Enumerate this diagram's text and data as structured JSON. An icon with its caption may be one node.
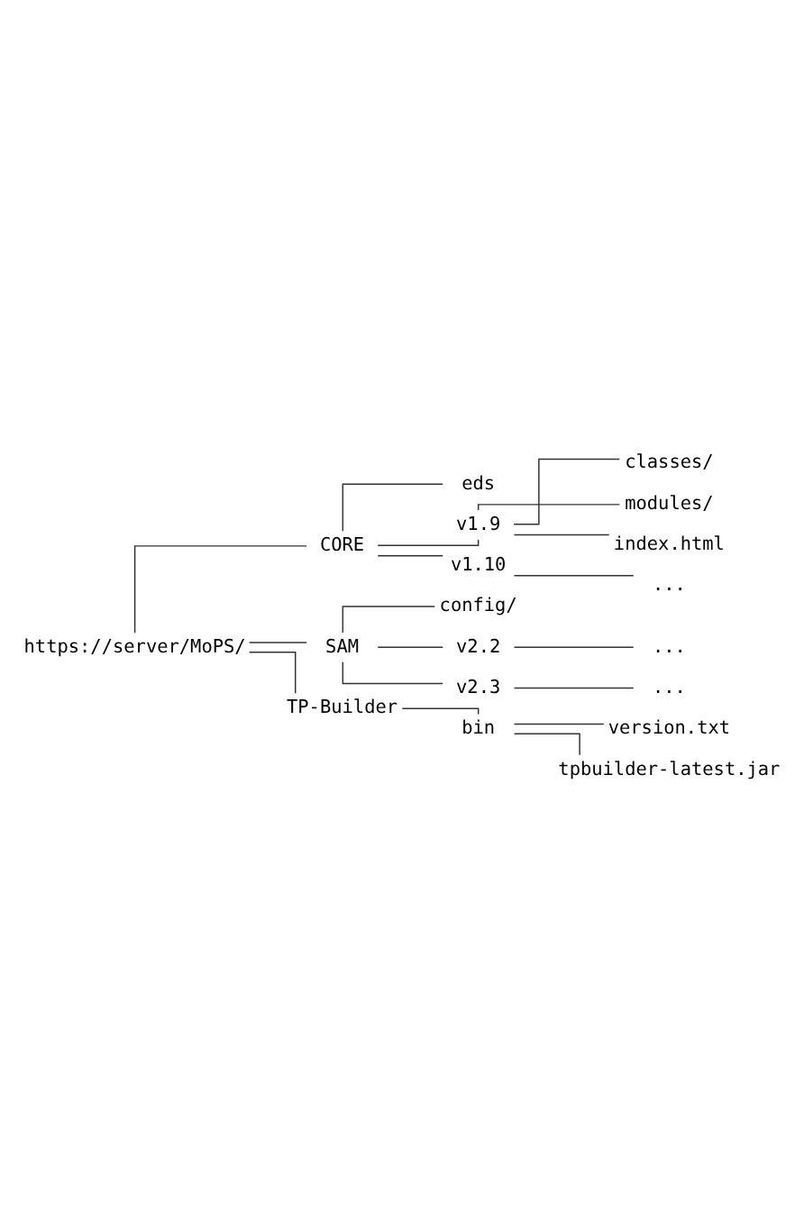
{
  "diagram": {
    "nodes": [
      {
        "text": [
          "https://server/MoPS/"
        ]
      },
      {
        "text": [
          "CORE"
        ]
      },
      {
        "text": [
          "eds"
        ]
      },
      {
        "text": [
          "v1.9"
        ]
      },
      {
        "text": [
          "classes/"
        ]
      },
      {
        "text": [
          "modules/"
        ]
      },
      {
        "text": [
          "index.html"
        ]
      },
      {
        "text": [
          "v1.10"
        ]
      },
      {
        "text": [
          "..."
        ]
      },
      {
        "text": [
          "SAM"
        ]
      },
      {
        "text": [
          "config/"
        ]
      },
      {
        "text": [
          "v2.2"
        ]
      },
      {
        "text": [
          "..."
        ]
      },
      {
        "text": [
          "v2.3"
        ]
      },
      {
        "text": [
          "..."
        ]
      },
      {
        "text": [
          "TP-Builder"
        ]
      },
      {
        "text": [
          "bin"
        ]
      },
      {
        "text": [
          "version.txt"
        ]
      },
      {
        "text": [
          "tpbuilder-latest.jar"
        ]
      }
    ],
    "edges": [
      {
        "from": 0,
        "to": 1,
        "arrow": "none"
      },
      {
        "from": 1,
        "to": 2,
        "arrow": "none"
      },
      {
        "from": 1,
        "to": 3,
        "arrow": "none"
      },
      {
        "from": 3,
        "to": 4,
        "arrow": "none"
      },
      {
        "from": 3,
        "to": 5,
        "arrow": "none"
      },
      {
        "from": 3,
        "to": 6,
        "arrow": "none"
      },
      {
        "from": 1,
        "to": 7,
        "arrow": "none"
      },
      {
        "from": 7,
        "to": 8,
        "arrow": "none"
      },
      {
        "from": 0,
        "to": 9,
        "arrow": "none"
      },
      {
        "from": 9,
        "to": 10,
        "arrow": "none"
      },
      {
        "from": 9,
        "to": 11,
        "arrow": "none"
      },
      {
        "from": 11,
        "to": 12,
        "arrow": "none"
      },
      {
        "from": 9,
        "to": 13,
        "arrow": "none"
      },
      {
        "from": 13,
        "to": 14,
        "arrow": "none"
      },
      {
        "from": 0,
        "to": 15,
        "arrow": "none"
      },
      {
        "from": 15,
        "to": 16,
        "arrow": "none"
      },
      {
        "from": 16,
        "to": 17,
        "arrow": "none"
      },
      {
        "from": 16,
        "to": 18,
        "arrow": "none"
      }
    ]
  }
}
